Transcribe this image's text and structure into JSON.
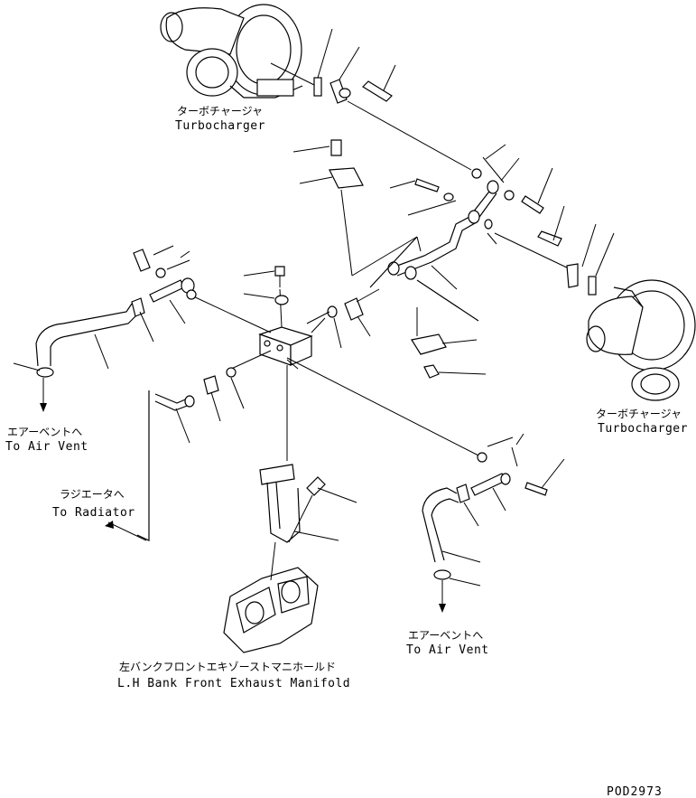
{
  "labels": {
    "turbo_top_jp": "ターボチャージャ",
    "turbo_top_en": "Turbocharger",
    "turbo_right_jp": "ターボチャージャ",
    "turbo_right_en": "Turbocharger",
    "airvent_left_jp": "エアーベントへ",
    "airvent_left_en": "To Air Vent",
    "radiator_jp": "ラジエータへ",
    "radiator_en": "To Radiator",
    "airvent_right_jp": "エアーベントへ",
    "airvent_right_en": "To Air Vent",
    "manifold_jp": "左バンクフロントエキゾーストマニホールド",
    "manifold_en": "L.H Bank Front Exhaust Manifold"
  },
  "drawing_code": "POD2973"
}
